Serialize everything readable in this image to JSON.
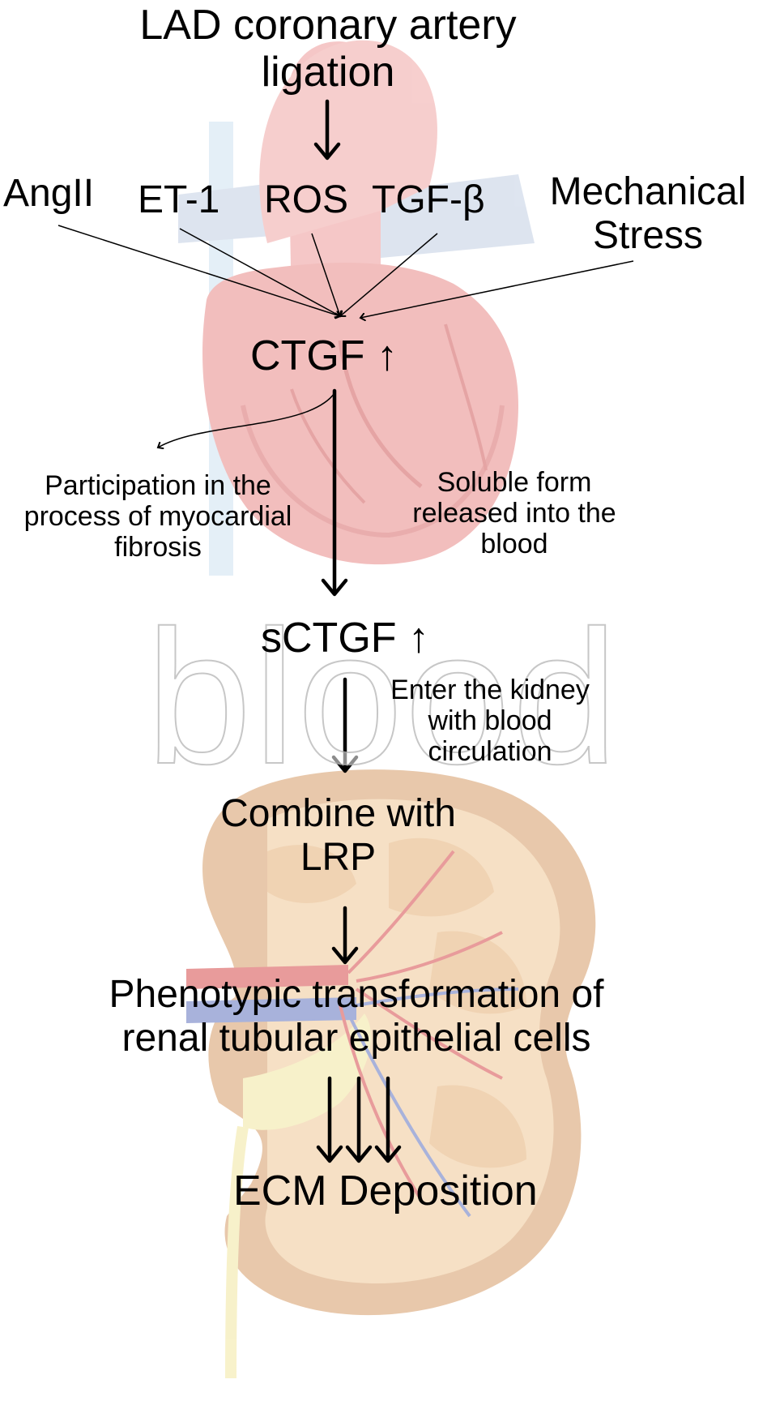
{
  "title": [
    "LAD coronary artery",
    "ligation"
  ],
  "stimuli": {
    "angii": "AngII",
    "et1": "ET-1",
    "ros": "ROS",
    "tgfb": "TGF-β",
    "mechanical": [
      "Mechanical",
      "Stress"
    ]
  },
  "ctgf": "CTGF ↑",
  "fibrosis_note": [
    "Participation in the",
    "process of myocardial",
    "fibrosis"
  ],
  "soluble_note": [
    "Soluble form",
    "released into the",
    "blood"
  ],
  "blood_watermark": "blood",
  "sctgf": "sCTGF ↑",
  "kidney_note": [
    "Enter the kidney",
    "with blood",
    "circulation"
  ],
  "combine": [
    "Combine with",
    "LRP"
  ],
  "phenotypic": [
    "Phenotypic transformation of",
    "renal tubular epithelial cells"
  ],
  "ecm": "ECM Deposition",
  "colors": {
    "heart": "#e88a88",
    "aorta": "#ee9a9a",
    "vessel_blue": "#b9c6de",
    "kidney_outer": "#d9a574",
    "kidney_inner": "#f1cd9f",
    "kidney_artery": "#d95a5a",
    "kidney_vein": "#6f7fc4"
  }
}
